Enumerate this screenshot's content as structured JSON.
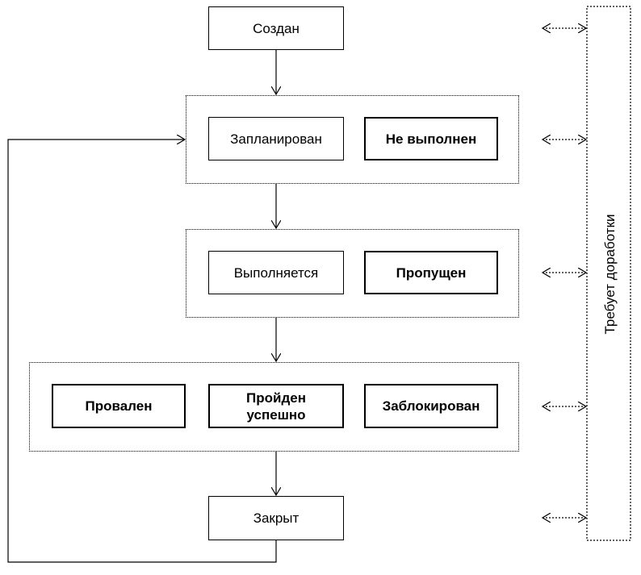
{
  "states": {
    "created": "Создан",
    "planned": "Запланирован",
    "not_done": "Не выполнен",
    "in_progress": "Выполняется",
    "skipped": "Пропущен",
    "failed": "Провален",
    "passed": "Пройден успешно",
    "blocked": "Заблокирован",
    "closed": "Закрыт"
  },
  "side_panel": {
    "label": "Требует доработки"
  }
}
